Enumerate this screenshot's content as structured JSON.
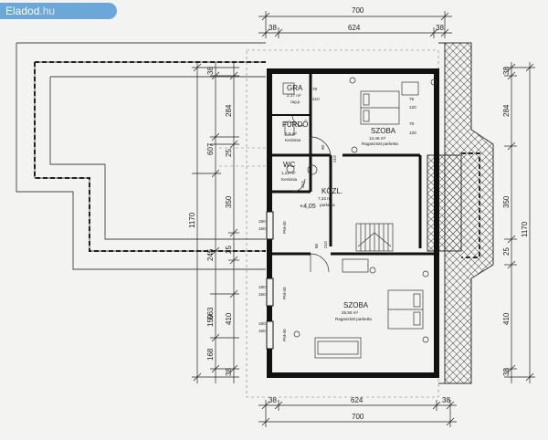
{
  "brand": {
    "name": "Eladod",
    "tld": ".hu"
  },
  "dims": {
    "top_total": "700",
    "top_inner": "624",
    "top_left_wall": "38",
    "top_right_wall": "38",
    "bot_total": "700",
    "bot_inner": "624",
    "bot_left_wall": "38",
    "bot_right_wall": "38",
    "left_outer": "1170",
    "left_a": "607",
    "left_b": "563",
    "left_284": "284",
    "left_25a": "25",
    "left_350": "350",
    "left_25b": "25",
    "left_245": "245",
    "left_150": "150",
    "left_410": "410",
    "left_168": "168",
    "left_38a": "38",
    "left_38b": "38",
    "right_outer": "1170",
    "right_284": "284",
    "right_350": "350",
    "right_25": "25",
    "right_410": "410",
    "right_38a": "38",
    "right_38b": "38",
    "w180a": "180",
    "w150a": "150",
    "w180b": "180",
    "w150b": "150",
    "w180c": "180",
    "w150c": "150",
    "pm1": "PM-40",
    "pm2": "PM-40",
    "pm3": "PM-40"
  },
  "rooms": {
    "gra": {
      "name": "GRA",
      "area": "2,17 m²",
      "floor": "rag.p"
    },
    "furdo": {
      "name": "FÜRDŐ",
      "area": "2,8 m²",
      "floor": "Kerámia"
    },
    "wc": {
      "name": "WC",
      "area": "1,23 m²",
      "floor": "Kerámia"
    },
    "kozl": {
      "name": "KÖZL.",
      "area": "7,33 m²",
      "floor": "parketta",
      "level": "+4,05"
    },
    "szoba1": {
      "name": "SZOBA",
      "area": "13,46 m²",
      "floor": "Ragasztott parketta"
    },
    "szoba2": {
      "name": "SZOBA",
      "area": "25,56 m²",
      "floor": "Ragasztott parketta"
    }
  },
  "marks": {
    "m78a": "78",
    "m210a": "210",
    "m78b": "78",
    "m120a": "120",
    "m78c": "78",
    "m120b": "120",
    "m90": "90",
    "m210b": "210",
    "m210c": "210",
    "m80": "80",
    "m210d": "210"
  }
}
